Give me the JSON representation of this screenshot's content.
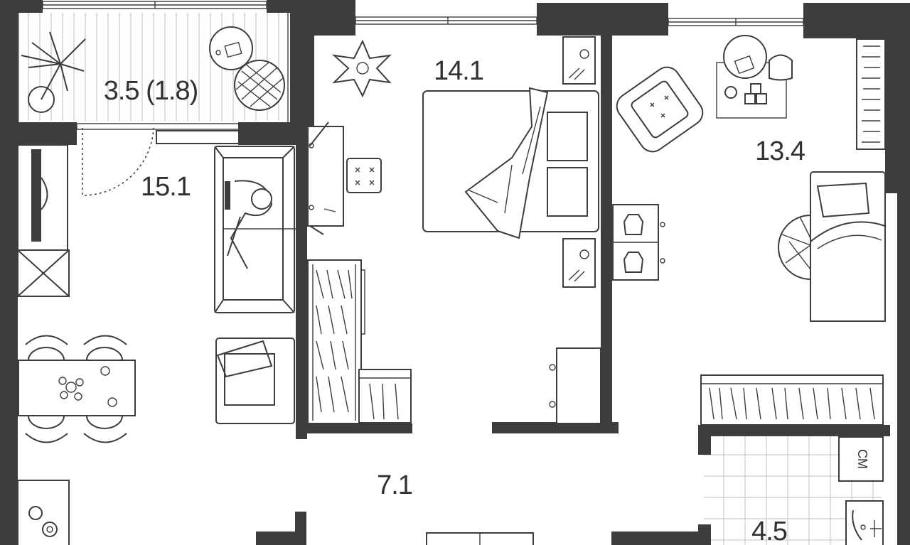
{
  "floorplan": {
    "rooms": [
      {
        "id": "balcony",
        "area": "3.5 (1.8)"
      },
      {
        "id": "living-kitchen",
        "area": "15.1"
      },
      {
        "id": "bedroom",
        "area": "14.1"
      },
      {
        "id": "kids-room",
        "area": "13.4"
      },
      {
        "id": "hallway",
        "area": "7.1"
      },
      {
        "id": "bathroom",
        "area": "4.5"
      }
    ],
    "washer_label": "СМ",
    "colors": {
      "wall": "#3b3d3f",
      "line": "#3b3d3f",
      "tile": "#c9cbcd",
      "background": "#ffffff"
    }
  }
}
